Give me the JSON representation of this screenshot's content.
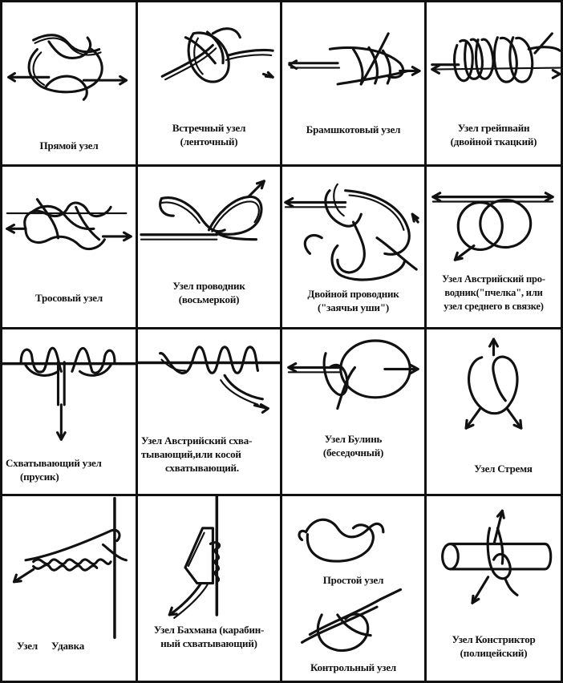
{
  "knots": [
    {
      "id": "square",
      "lines": [
        "Прямой узел"
      ]
    },
    {
      "id": "sheet-bend",
      "lines": [
        "Встречный узел",
        "(ленточный)"
      ]
    },
    {
      "id": "topsail",
      "lines": [
        "Брамшкотовый узел"
      ]
    },
    {
      "id": "grapevine",
      "lines": [
        "Узел грейпвайн",
        "(двойной ткацкий)"
      ]
    },
    {
      "id": "carrick",
      "lines": [
        "Тросовый узел"
      ]
    },
    {
      "id": "figure-eight-loop",
      "lines": [
        "Узел проводник",
        "(восьмеркой)"
      ]
    },
    {
      "id": "double-loop",
      "lines": [
        "Двойной проводник",
        "(\"заячьи уши\")"
      ]
    },
    {
      "id": "alpine-butterfly",
      "lines": [
        "Узел Австрийский про-",
        "водник(\"пчелка\", или",
        "узел среднего в связке)"
      ]
    },
    {
      "id": "prusik",
      "lines": [
        "Схватывающий узел",
        "(прусик)"
      ]
    },
    {
      "id": "bachmann-austrian",
      "lines": [
        "Узел Австрийский схва-",
        "тывающий,или косой",
        "схватывающий."
      ]
    },
    {
      "id": "bowline",
      "lines": [
        "Узел Булинь",
        "(беседочный)"
      ]
    },
    {
      "id": "stirrup",
      "lines": [
        "Узел Стремя"
      ]
    },
    {
      "id": "fishermans",
      "lines": [
        "Узел Удавка"
      ]
    },
    {
      "id": "bachmann",
      "lines": [
        "Узел Бахмана (карабин-",
        "ный схватывающий)"
      ]
    },
    {
      "id": "overhand",
      "lines": [
        "Простой узел"
      ],
      "extra": [
        "Контрольный узел"
      ]
    },
    {
      "id": "constrictor",
      "lines": [
        "Узел Констриктор",
        "(полицейский)"
      ]
    }
  ]
}
